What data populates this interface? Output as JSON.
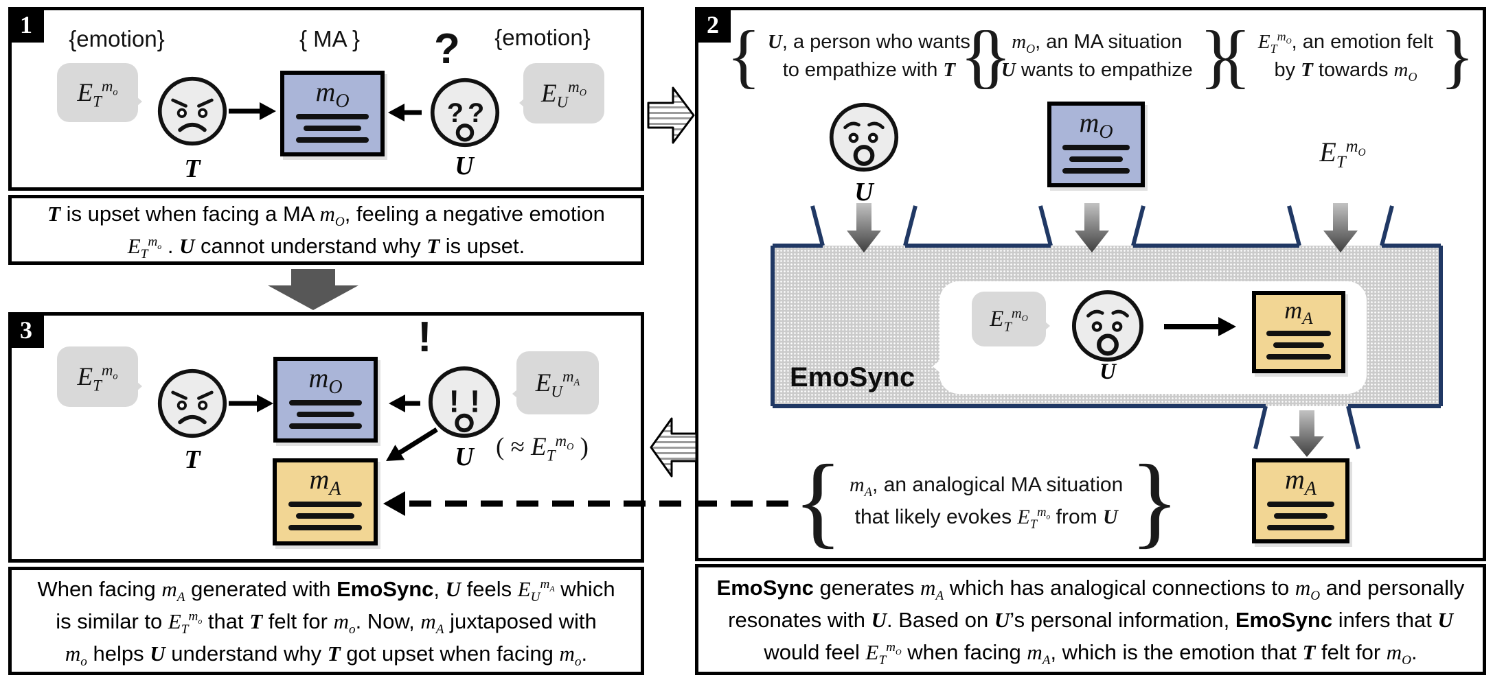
{
  "colors": {
    "box_blue": "#aab5d8",
    "box_yellow": "#f2d694",
    "bubble_gray": "#d9d9d9",
    "face_gray": "#ececec",
    "emosync_border_navy": "#203864",
    "emosync_fill_gray": "#cbcbcb",
    "solid_arrow_gray": "#575757",
    "black": "#000000"
  },
  "symbols": {
    "brace_l": "{",
    "brace_r": "}",
    "question": "?",
    "exclaim": "!"
  },
  "badges": {
    "p1": "1",
    "p2": "2",
    "p3": "3"
  },
  "panel1": {
    "set_emotion_left": "{emotion}",
    "set_ma": "{ MA }",
    "set_emotion_right": "{emotion}",
    "bubble_T_html": "E<sub>T</sub><sup>m<sub>o</sub></sup>",
    "label_T": "T",
    "box_mo_html": "m<sub>O</sub>",
    "label_U": "U",
    "bubble_U_html": "E<sub>U</sub><sup>m<sub>O</sub></sup>",
    "caption_html": "<b>T</b> is upset when facing a MA <span class=\"m\">m<sub>O</sub></span>, feeling a negative emotion<br><span class=\"m\">E<sub>T</sub><sup>m<sub>o</sub></sup></span> . <b>U</b> cannot understand why <b>T</b> is upset."
  },
  "panel2": {
    "ann_user_l1_html": "<b>U</b>, a person who wants",
    "ann_user_l2_html": "to empathize with <b>T</b>",
    "ann_mo_l1_html": "<span class=\"m\">m<sub>O</sub></span>, an MA situation",
    "ann_mo_l2_html": "<b>U</b> wants to empathize",
    "ann_emo_l1_html": "<span class=\"m\">E<sub>T</sub><sup>m<sub>O</sub></sup></span>, an emotion felt",
    "ann_emo_l2_html": "by <b>T</b> towards <span class=\"m\">m<sub>O</sub></span>",
    "label_U": "U",
    "box_mo_html": "m<sub>O</sub>",
    "label_emo_html": "E<sub>T</sub><sup>m<sub>O</sub></sup>",
    "system_name": "EmoSync",
    "bubble_inner_html": "E<sub>T</sub><sup>m<sub>O</sub></sup>",
    "label_U_inner": "U",
    "box_ma_inner_html": "m<sub>A</sub>",
    "box_ma_out_html": "m<sub>A</sub>",
    "ann_ma_l1_html": "<span class=\"m\">m<sub>A</sub></span>, an analogical MA situation",
    "ann_ma_l2_html": "that likely evokes <span class=\"m\">E<sub>T</sub><sup>m<sub>o</sub></sup></span> from <b>U</b>",
    "caption_html": "<strong>EmoSync</strong> generates <span class=\"m\">m<sub>A</sub></span> which has analogical connections to <span class=\"m\">m<sub>O</sub></span> and personally<br>resonates with <b>U</b>. Based on <b>U</b>&rsquo;s personal information, <strong>EmoSync</strong> infers that <b>U</b><br>would feel <span class=\"m\">E<sub>T</sub><sup>m<sub>O</sub></sup></span> when facing <span class=\"m\">m<sub>A</sub></span>, which is the emotion that <b>T</b> felt for <span class=\"m\">m<sub>O</sub></span>."
  },
  "panel3": {
    "bubble_T_html": "E<sub>T</sub><sup>m<sub>o</sub></sup>",
    "label_T": "T",
    "box_mo_html": "m<sub>O</sub>",
    "box_ma_html": "m<sub>A</sub>",
    "label_U": "U",
    "bubble_U_html": "E<sub>U</sub><sup>m<sub>A</sub></sup>",
    "approx_html": "( &#8776; <span class=\"m\">E<sub>T</sub><sup>m<sub>O</sub></sup></span> )",
    "caption_html": "When facing <span class=\"m\">m<sub>A</sub></span> generated with <strong>EmoSync</strong>, <b>U</b> feels <span class=\"m\">E<sub>U</sub><sup>m<sub>A</sub></sup></span> which<br>is similar to <span class=\"m\">E<sub>T</sub><sup>m<sub>o</sub></sup></span> that <b>T</b> felt for <span class=\"m\">m<sub>o</sub></span>. Now, <span class=\"m\">m<sub>A</sub></span> juxtaposed with<br><span class=\"m\">m<sub>o</sub></span> helps <b>U</b> understand why <b>T</b> got upset when facing <span class=\"m\">m<sub>o</sub></span>."
  }
}
